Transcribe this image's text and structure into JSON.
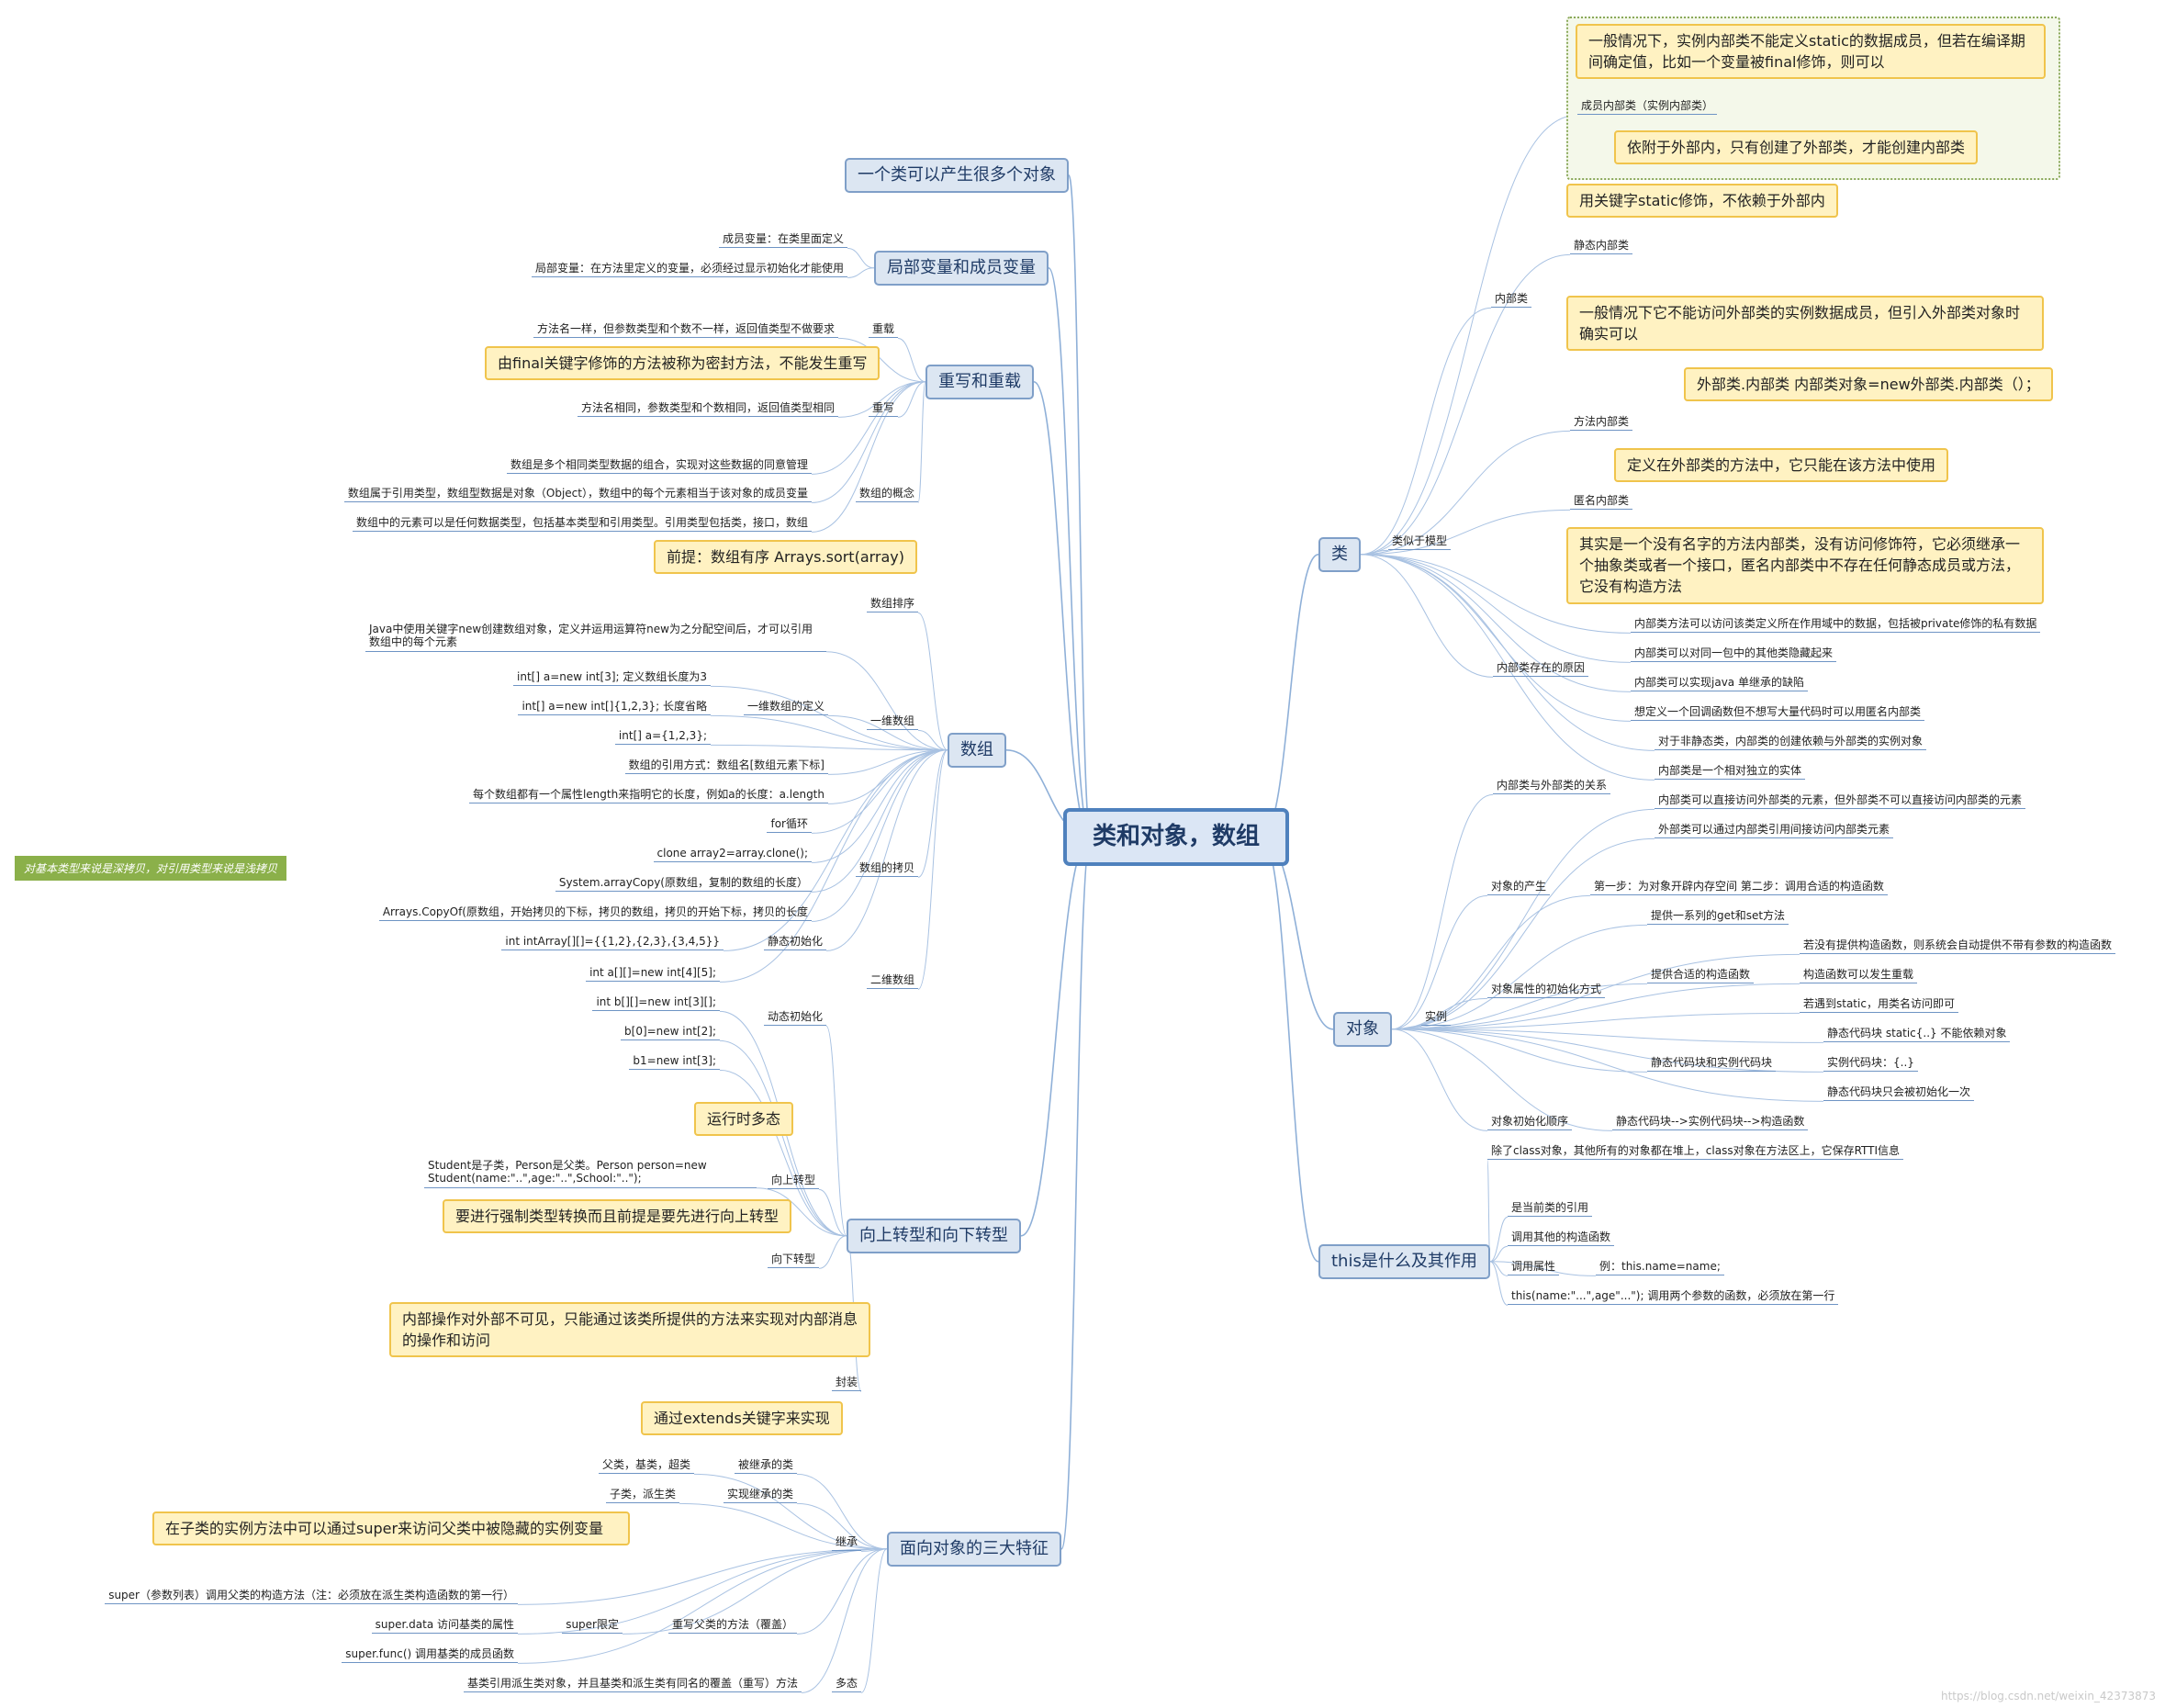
{
  "root": {
    "label": "类和对象，数组"
  },
  "left": {
    "one_class": "一个类可以产生很多个对象",
    "vars": {
      "label": "局部变量和成员变量",
      "member": "成员变量：在类里面定义",
      "local": "局部变量：在方法里定义的变量，必须经过显示初始化才能使用"
    },
    "override": {
      "label": "重写和重载",
      "overload": "重载",
      "overload_desc": "方法名一样，但参数类型和个数不一样，返回值类型不做要求",
      "final_note": "由final关键字修饰的方法被称为密封方法，不能发生重写",
      "rewrite": "重写",
      "rewrite_desc": "方法名相同，参数类型和个数相同，返回值类型相同"
    },
    "array": {
      "label": "数组",
      "concept": "数组的概念",
      "c1": "数组是多个相同类型数据的组合，实现对这些数据的同意管理",
      "c2": "数组属于引用类型，数组型数据是对象（Object），数组中的每个元素相当于该对象的成员变量",
      "c3": "数组中的元素可以是任何数据类型，包括基本类型和引用类型。引用类型包括类，接口，数组",
      "sort": "数组排序",
      "sort_note": "前提：数组有序   Arrays.sort(array)",
      "one_dim": "一维数组",
      "one_dim_intro": "Java中使用关键字new创建数组对象，定义并运用运算符new为之分配空间后，才可以引用数组中的每个元素",
      "def": "一维数组的定义",
      "d1": "int[] a=new int[3]; 定义数组长度为3",
      "d2": "int[] a=new int[]{1,2,3}; 长度省略",
      "d3": "int[] a={1,2,3};",
      "d4": "数组的引用方式：数组名[数组元素下标]",
      "d5": "每个数组都有一个属性length来指明它的长度，例如a的长度：a.length",
      "copy": "数组的拷贝",
      "cp1": "for循环",
      "cp2": "clone     array2=array.clone();",
      "cp3": "System.arrayCopy(原数组，复制的数组的长度）",
      "cp4": "Arrays.CopyOf(原数组，开始拷贝的下标，拷贝的数组，拷贝的开始下标，拷贝的长度",
      "copy_note": "对基本类型来说是深拷贝，对引用类型来说是浅拷贝",
      "two_dim": "二维数组",
      "static_init": "静态初始化",
      "si1": "int intArray[][]={{1,2},{2,3},{3,4,5}}",
      "dyn_init": "动态初始化",
      "di1": "int a[][]=new int[4][5];",
      "di2": "int b[][]=new int[3][];",
      "di3": "b[0]=new int[2];",
      "di4": "b1=new int[3];"
    },
    "cast": {
      "label": "向上转型和向下转型",
      "note_poly": "运行时多态",
      "up": "向上转型",
      "up_desc": "Student是子类，Person是父类。Person person=new Student(name:\"..\",age:\"..\",School:\"..\");",
      "note_force": "要进行强制类型转换而且前提是要先进行向上转型",
      "down": "向下转型"
    },
    "oop": {
      "label": "面向对象的三大特征",
      "encap_note": "内部操作对外部不可见，只能通过该类所提供的方法来实现对内部消息的操作和访问",
      "encap": "封装",
      "inherit_note": "通过extends关键字来实现",
      "inherit": "继承",
      "inherited": "被继承的类",
      "inherited_desc": "父类，基类，超类",
      "implementing": "实现继承的类",
      "implementing_desc": "子类，派生类",
      "super_note": "在子类的实例方法中可以通过super来访问父类中被隐藏的实例变量",
      "overwrite": "重写父类的方法（覆盖）",
      "super_limit": "super限定",
      "s1": "super（参数列表）调用父类的构造方法（注：必须放在派生类构造函数的第一行）",
      "s2": "super.data 访问基类的属性",
      "s3": "super.func() 调用基类的成员函数",
      "poly": "多态",
      "poly_desc": "基类引用派生类对象，并且基类和派生类有同名的覆盖（重写）方法"
    }
  },
  "right": {
    "cls": {
      "label": "类",
      "model": "类似于模型",
      "inner": "内部类",
      "member_note": "一般情况下，实例内部类不能定义static的数据成员，但若在编译期间确定值，比如一个变量被final修饰，则可以",
      "member_inner": "成员内部类（实例内部类）",
      "member_note2": "依附于外部内，只有创建了外部类，才能创建内部类",
      "static_note": "用关键字static修饰，不依赖于外部内",
      "static_inner": "静态内部类",
      "static_note2": "一般情况下它不能访问外部类的实例数据成员，但引入外部类对象时确实可以",
      "static_note3": "外部类.内部类  内部类对象=new外部类.内部类（）；",
      "method_inner": "方法内部类",
      "method_note": "定义在外部类的方法中，它只能在该方法中使用",
      "anon_inner": "匿名内部类",
      "anon_note": "其实是一个没有名字的方法内部类，没有访问修饰符，它必须继承一个抽象类或者一个接口，匿名内部类中不存在任何静态成员或方法，它没有构造方法",
      "reason": "内部类存在的原因",
      "r1": "内部类方法可以访问该类定义所在作用域中的数据，包括被private修饰的私有数据",
      "r2": "内部类可以对同一包中的其他类隐藏起来",
      "r3": "内部类可以实现java 单继承的缺陷",
      "r4": "想定义一个回调函数但不想写大量代码时可以用匿名内部类",
      "relation": "内部类与外部类的关系",
      "rel1": "对于非静态类，内部类的创建依赖与外部类的实例对象",
      "rel2": "内部类是一个相对独立的实体",
      "rel3": "内部类可以直接访问外部类的元素，但外部类不可以直接访问内部类的元素",
      "rel4": "外部类可以通过内部类引用间接访问内部类元素"
    },
    "obj": {
      "label": "对象",
      "instance": "实例",
      "birth": "对象的产生",
      "birth_desc": "第一步：为对象开辟内存空间  第二步：调用合适的构造函数",
      "init": "对象属性的初始化方式",
      "i1": "提供一系列的get和set方法",
      "ctor": "提供合适的构造函数",
      "ct1": "若没有提供构造函数，则系统会自动提供不带有参数的构造函数",
      "ct2": "构造函数可以发生重载",
      "ct3": "若遇到static，用类名访问即可",
      "blocks": "静态代码块和实例代码块",
      "b1": "静态代码块  static{..}  不能依赖对象",
      "b2": "实例代码块：{..}",
      "b3": "静态代码块只会被初始化一次",
      "order": "对象初始化顺序",
      "order_desc": "静态代码块-->实例代码块-->构造函数",
      "heap": "除了class对象，其他所有的对象都在堆上，class对象在方法区上，它保存RTTI信息"
    },
    "this": {
      "label": "this是什么及其作用",
      "t1": "是当前类的引用",
      "t2": "调用其他的构造函数",
      "t3": "调用属性",
      "t3_desc": "例：this.name=name;",
      "t4": "this(name:\"...\",age\"...\");  调用两个参数的函数，必须放在第一行"
    }
  },
  "watermark": "https://blog.csdn.net/weixin_42373873"
}
